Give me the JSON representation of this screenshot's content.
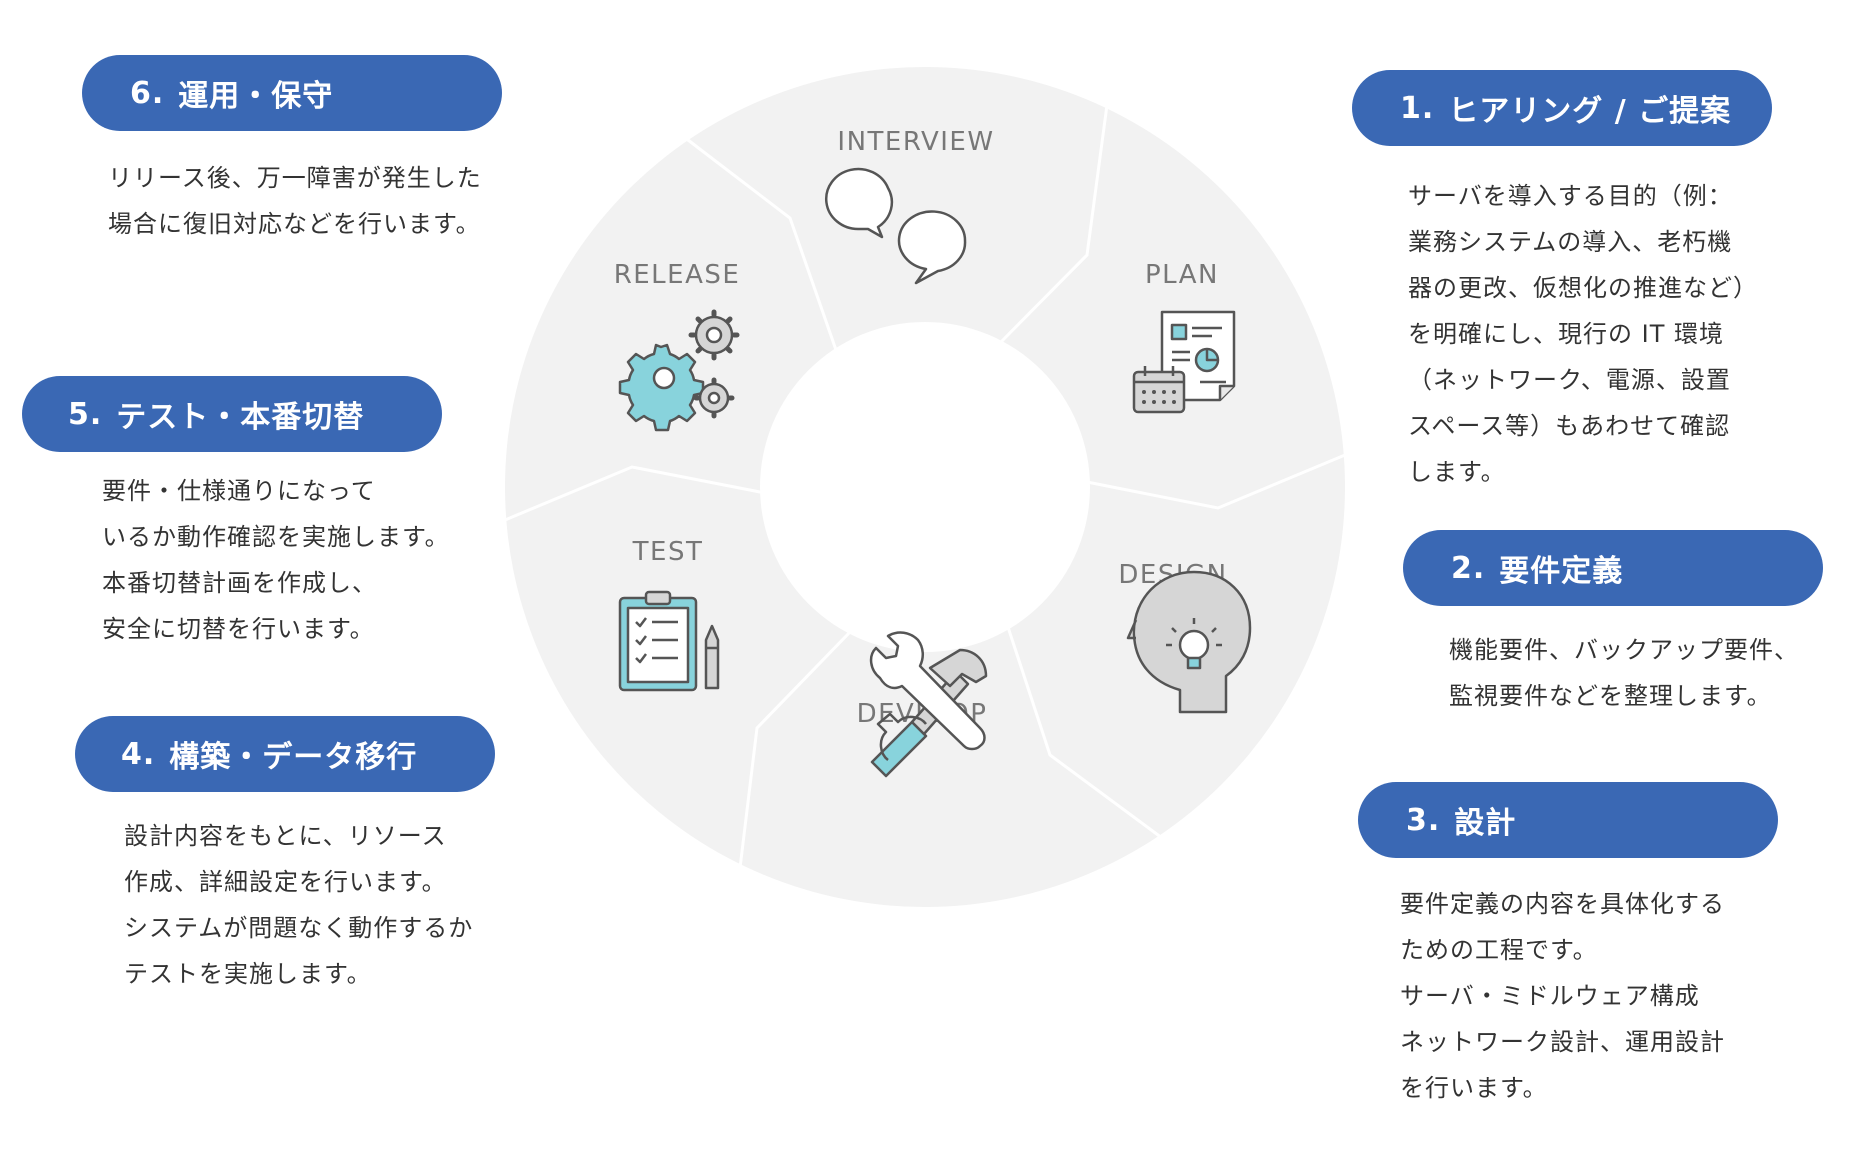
{
  "colors": {
    "pill": "#3a68b4",
    "ring": "#f2f2f2",
    "ring_divider": "#ffffff",
    "icon_stroke": "#555555",
    "icon_fill_gray": "#d6d6d6",
    "icon_accent": "#88d3dc",
    "label": "#777777"
  },
  "ring_stages": [
    {
      "label": "INTERVIEW",
      "icon": "speech-bubbles-icon"
    },
    {
      "label": "PLAN",
      "icon": "plan-document-icon"
    },
    {
      "label": "DESIGN",
      "icon": "head-lightbulb-icon"
    },
    {
      "label": "DEVELOP",
      "icon": "wrench-hammer-icon"
    },
    {
      "label": "TEST",
      "icon": "clipboard-checklist-icon"
    },
    {
      "label": "RELEASE",
      "icon": "gears-icon"
    }
  ],
  "steps": [
    {
      "number": "1.",
      "title": "ヒアリング / ご提案",
      "text": "サーバを導入する目的（例：\n業務システムの導入、老朽機\n器の更改、仮想化の推進など）\nを明確にし、現行の IT 環境\n（ネットワーク、電源、設置\nスペース等）もあわせて確認\nします。"
    },
    {
      "number": "2.",
      "title": "要件定義",
      "text": "機能要件、バックアップ要件、\n監視要件などを整理します。"
    },
    {
      "number": "3.",
      "title": "設計",
      "text": "要件定義の内容を具体化する\nための工程です。\nサーバ・ミドルウェア構成\nネットワーク設計、運用設計\nを行います。"
    },
    {
      "number": "4.",
      "title": "構築・データ移行",
      "text": "設計内容をもとに、リソース\n作成、詳細設定を行います。\nシステムが問題なく動作するか\nテストを実施します。"
    },
    {
      "number": "5.",
      "title": "テスト・本番切替",
      "text": "要件・仕様通りになって\nいるか動作確認を実施します。\n本番切替計画を作成し、\n安全に切替を行います。"
    },
    {
      "number": "6.",
      "title": "運用・保守",
      "text": "リリース後、万一障害が発生した\n場合に復旧対応などを行います。"
    }
  ]
}
